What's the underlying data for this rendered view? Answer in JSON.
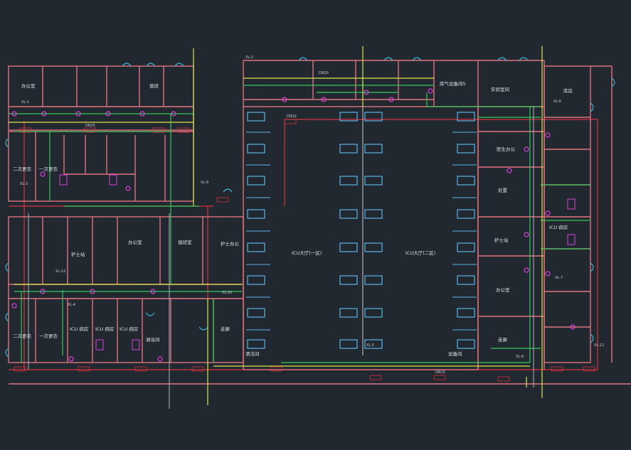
{
  "colors": {
    "background": "#212830",
    "wall": "#e0737d",
    "pipe_green": "#34c759",
    "pipe_yellow": "#d9e64a",
    "pipe_red": "#d8323c",
    "door": "#39b6d6",
    "bed": "#5ab4e6",
    "label": "#dde2e8",
    "tag": "#c8ccd2",
    "valve": "#e040e0"
  },
  "rooms": {
    "icu_hall_1": "ICU大厅(一区)",
    "icu_hall_2": "ICU大厅(二区)",
    "equip_room": "设备间",
    "gas_room": "库气设备间5",
    "lab_room": "实验室间",
    "office_1": "办公室",
    "office_2": "办公室",
    "office_3": "办公室",
    "nurse_station_1": "护士站",
    "nurse_station_2": "护士站",
    "duty_1": "值班",
    "duty_2": "值班室",
    "cleaning": "清洁间",
    "dressing_1": "一次更衣",
    "dressing_2": "二次更衣",
    "dressing_3": "一次更衣",
    "dressing_4": "二次更衣",
    "icu_1": "ICU 病房",
    "icu_2": "ICU 病房",
    "icu_3": "ICU 病房",
    "icu_4": "ICU 病房",
    "corridor_1": "走廊",
    "corridor_2": "走廊",
    "treatment": "处置",
    "storage": "库房",
    "shower": "淋浴间",
    "doctor": "医生办公",
    "nurse_office": "护士办公"
  },
  "tags": {
    "xl1": "XL-1",
    "xl2": "XL-2",
    "xl3": "XL-3",
    "xl4": "XL-4",
    "xl5": "XL-5",
    "xl6": "XL-6",
    "xl7": "XL-7",
    "xl8": "XL-8",
    "xl9": "XL-9",
    "xl10": "XL-10",
    "xl11": "XL-11",
    "xl12": "XL-12",
    "db": "DN25",
    "db2": "DN20",
    "db3": "DN32",
    "db4": "DN15"
  }
}
